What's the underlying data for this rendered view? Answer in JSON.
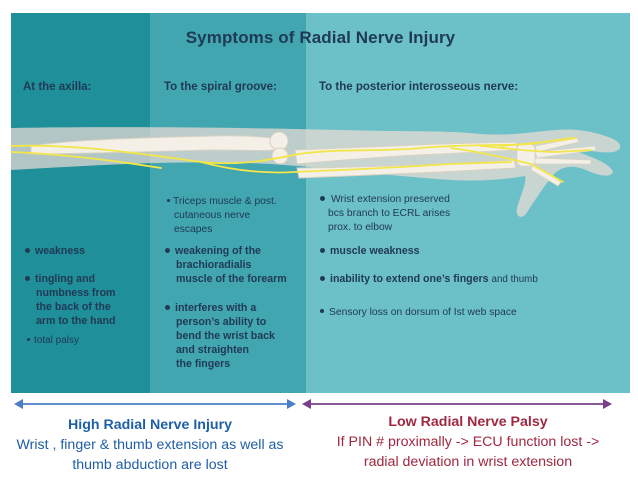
{
  "title": "Symptoms of Radial Nerve Injury",
  "columns": {
    "axilla": {
      "header": "At the axilla:",
      "items": [
        "weakness",
        "tingling and",
        "numbness from",
        "the back of the",
        "arm to the hand"
      ],
      "extra": "total palsy"
    },
    "spiral": {
      "header": "To the spiral groove:",
      "pre": [
        "Triceps muscle & post.",
        "cutaneous nerve",
        "escapes"
      ],
      "b1": [
        "weakening of the",
        "brachioradialis",
        "muscle of the forearm"
      ],
      "b2": [
        "interferes with a",
        "person’s ability to",
        "bend the wrist back",
        "and straighten",
        "the fingers"
      ]
    },
    "pin": {
      "header": "To the posterior interosseous nerve:",
      "pre": [
        "Wrist extension preserved",
        "bcs branch to ECRL arises",
        "prox. to elbow"
      ],
      "b1": "muscle weakness",
      "b2": "inability to extend one’s fingers",
      "b2_extra": "and  thumb",
      "b3": "Sensory loss on dorsum of Ist web space"
    }
  },
  "bottom_left": {
    "title": "High Radial Nerve Injury",
    "line1": "Wrist , finger & thumb extension as well as",
    "line2": "thumb abduction are lost"
  },
  "bottom_right": {
    "title": "Low Radial Nerve Palsy",
    "line1": "If PIN # proximally -> ECU function lost ->",
    "line2": "radial deviation in wrist extension"
  },
  "colors": {
    "panel_axilla": "#1f8f9a",
    "panel_spiral": "#41a6b0",
    "panel_pin": "#6cc0c7",
    "title_text": "#203a55",
    "arrow_left": "#4a7fc4",
    "arrow_right": "#7a3f8a",
    "text_left": "#1f5fa8",
    "text_right": "#a02840",
    "nerve": "#f2e64a"
  }
}
